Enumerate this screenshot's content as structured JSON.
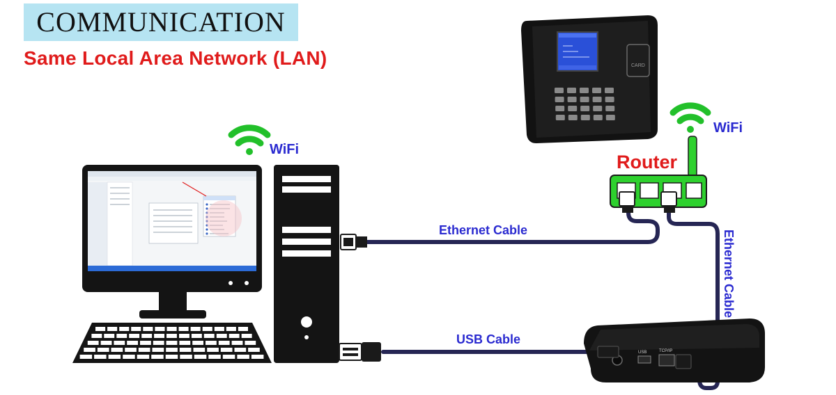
{
  "title": "COMMUNICATION",
  "subtitle": "Same Local Area Network (LAN)",
  "labels": {
    "wifi_pc": "WiFi",
    "wifi_router": "WiFi",
    "router": "Router",
    "ethernet_horizontal": "Ethernet Cable",
    "ethernet_vertical": "Ethernet Cable",
    "usb": "USB Cable"
  },
  "device_ports": {
    "usb": "USB",
    "tcpip": "TCP/IP"
  },
  "device_card_label": "CARD",
  "colors": {
    "title_bg": "#b6e4f2",
    "red_text": "#e01b1b",
    "blue_text": "#2a2ad0",
    "wifi_green": "#22c02a",
    "router_green": "#2ed12e",
    "cable_navy": "#262654",
    "hardware_black": "#141414"
  }
}
